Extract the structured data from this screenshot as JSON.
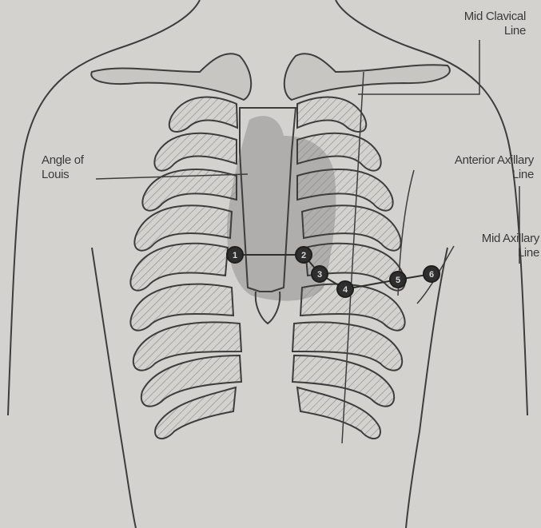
{
  "labels": {
    "mid_clavical_line_1": "Mid Clavical",
    "mid_clavical_line_2": "Line",
    "angle_of_louis_1": "Angle of",
    "angle_of_louis_2": "Louis",
    "anterior_axillary_1": "Anterior Axillary",
    "anterior_axillary_2": "Line",
    "mid_axillary_1": "Mid Axillary",
    "mid_axillary_2": "Line"
  },
  "electrodes": [
    "1",
    "2",
    "3",
    "4",
    "5",
    "6"
  ],
  "colors": {
    "background": "#d4d2cf",
    "line": "#3d3d3d",
    "heart": "#a9a8a6",
    "electrode": "#2e2e2e"
  }
}
